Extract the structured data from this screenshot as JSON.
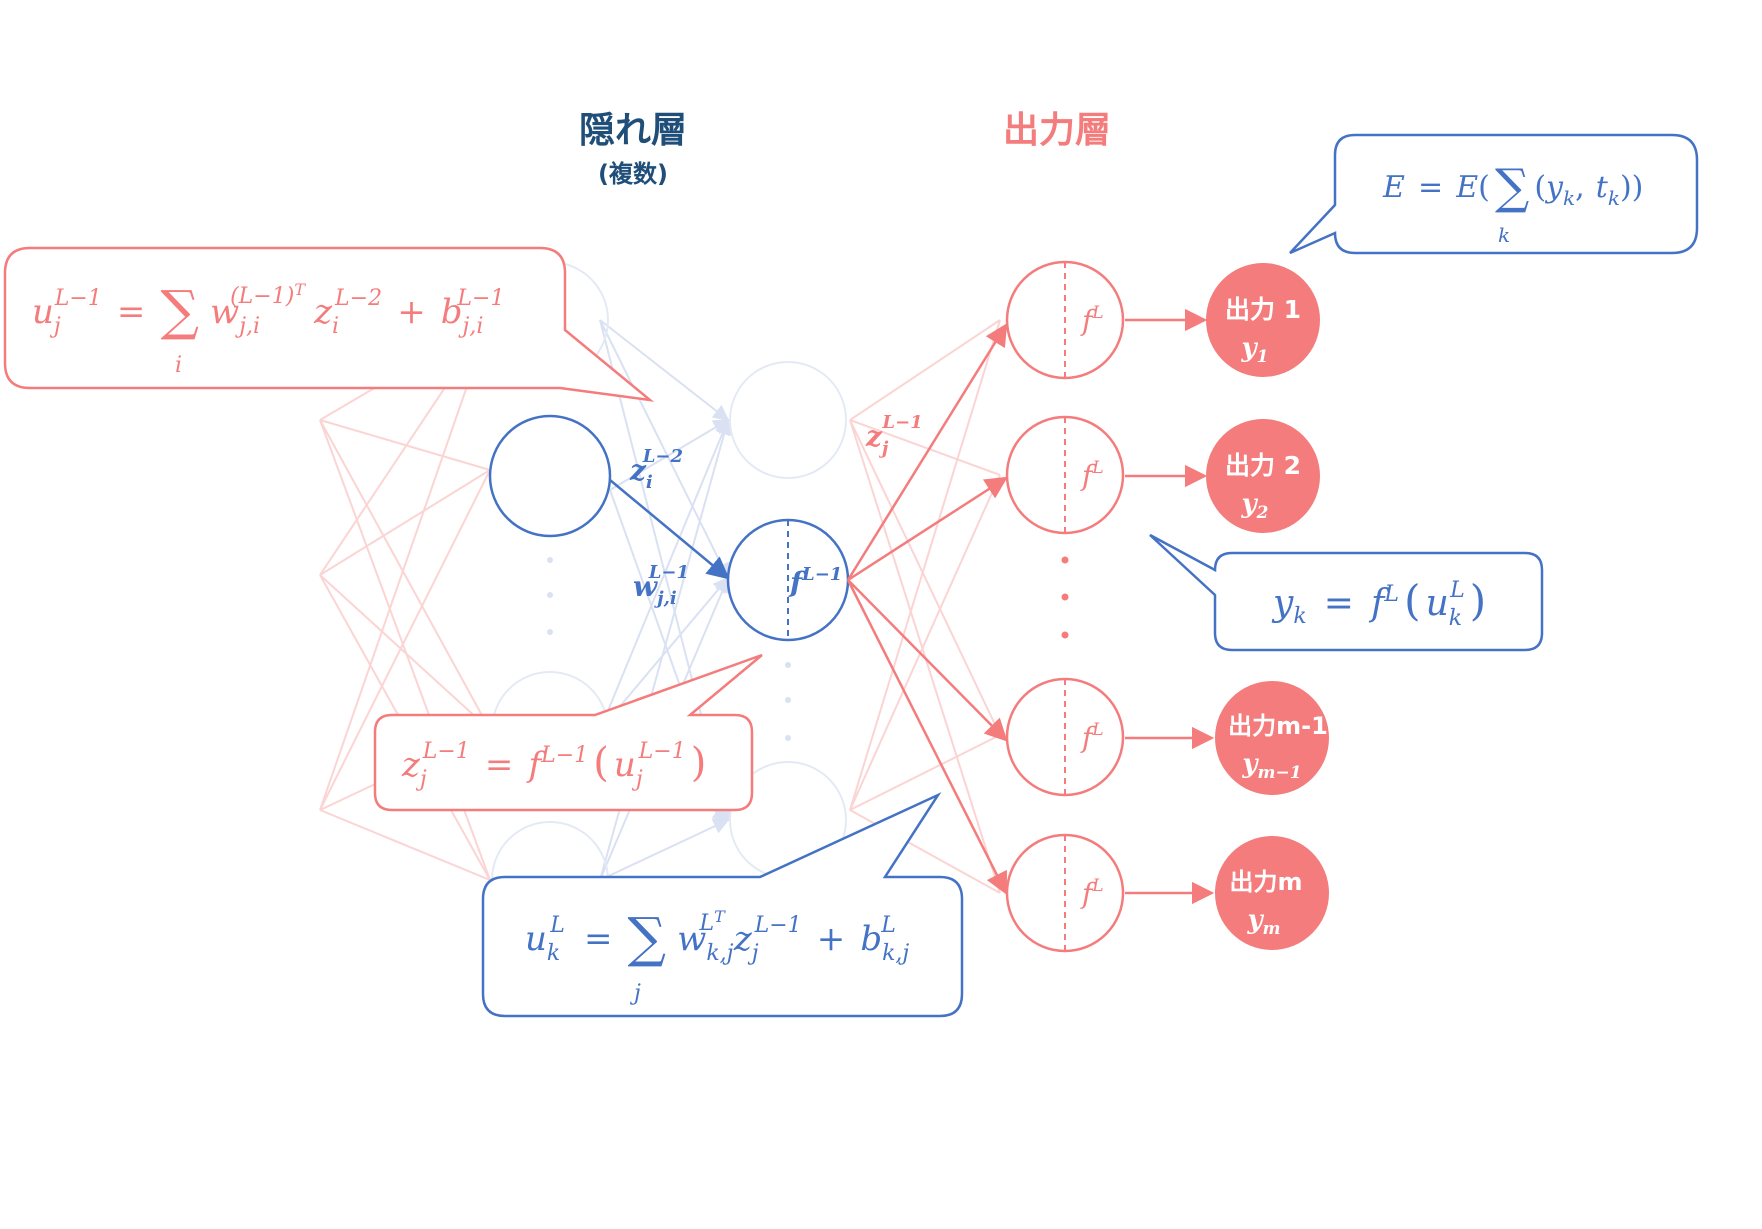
{
  "colors": {
    "blue": "#4472C4",
    "blue_dark": "#1F4E79",
    "red": "#F47C7C",
    "red_fill": "#F47C7C",
    "faint_blue": "#D9E1F2",
    "faint_red": "#FBD4D4"
  },
  "headers": {
    "hidden": "隠れ層",
    "hidden_sub": "(複数)",
    "output": "出力層"
  },
  "labels": {
    "z_prev": {
      "base": "z",
      "sub": "i",
      "sup": "L−2"
    },
    "w_prev": {
      "base": "w",
      "sub": "j,i",
      "sup": "L−1"
    },
    "f_hidden": {
      "base": "f",
      "sup": "L−1"
    },
    "z_hidden": {
      "base": "z",
      "sub": "j",
      "sup": "L−1"
    },
    "f_out": {
      "base": "f",
      "sup": "L"
    }
  },
  "outputs": [
    {
      "label": "出力 1",
      "y_base": "y",
      "y_sub": "1"
    },
    {
      "label": "出力 2",
      "y_base": "y",
      "y_sub": "2"
    },
    {
      "label": "出力m-1",
      "y_base": "y",
      "y_sub": "m−1"
    },
    {
      "label": "出力m",
      "y_base": "y",
      "y_sub": "m"
    }
  ],
  "ellipsis": "⋮",
  "formulas": {
    "u_hidden": {
      "lhs_base": "u",
      "lhs_sub": "j",
      "lhs_sup": "L−1",
      "eq": "=",
      "sum": "∑",
      "sum_idx": "i",
      "w_base": "w",
      "w_sub": "j,i",
      "w_sup": "(L−1)",
      "w_sup2": "T",
      "z_base": "z",
      "z_sub": "i",
      "z_sup": "L−2",
      "plus": "+",
      "b_base": "b",
      "b_sub": "j,i",
      "b_sup": "L−1"
    },
    "z_hidden": {
      "lhs_base": "z",
      "lhs_sub": "j",
      "lhs_sup": "L−1",
      "eq": "=",
      "f_base": "f",
      "f_sup": "L−1",
      "lparen": "(",
      "u_base": "u",
      "u_sub": "j",
      "u_sup": "L−1",
      "rparen": ")"
    },
    "u_out": {
      "lhs_base": "u",
      "lhs_sub": "k",
      "lhs_sup": "L",
      "eq": "=",
      "sum": "∑",
      "sum_idx": "j",
      "w_base": "w",
      "w_sub": "k,j",
      "w_sup": "L",
      "w_sup2": "T",
      "z_base": "z",
      "z_sub": "j",
      "z_sup": "L−1",
      "plus": "+",
      "b_base": "b",
      "b_sub": "k,j",
      "b_sup": "L"
    },
    "y_out": {
      "lhs_base": "y",
      "lhs_sub": "k",
      "eq": "=",
      "f_base": "f",
      "f_sup": "L",
      "lparen": "(",
      "u_base": "u",
      "u_sub": "k",
      "u_sup": "L",
      "rparen": ")"
    },
    "error": {
      "lhs": "E",
      "eq": "=",
      "E": "E",
      "lparen": "(",
      "sum": "∑",
      "sum_idx": "k",
      "inner_lparen": "(",
      "y_base": "y",
      "y_sub": "k",
      "comma": ",",
      "t_base": "t",
      "t_sub": "k",
      "rparen": "))"
    }
  }
}
